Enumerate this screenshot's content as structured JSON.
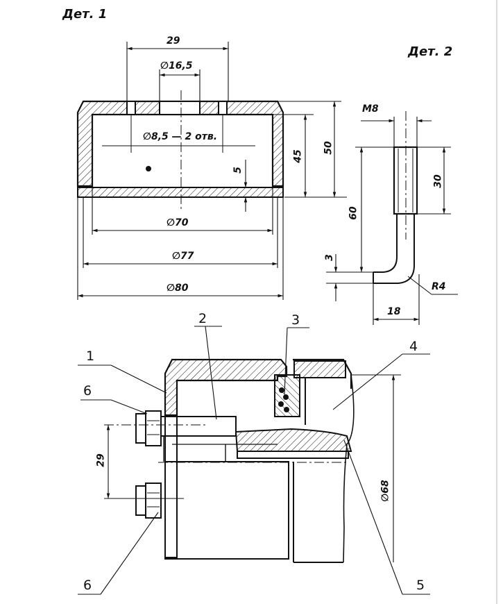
{
  "titles": {
    "part1": "Дет. 1",
    "part2": "Дет. 2"
  },
  "part1": {
    "dims": {
      "d29": "29",
      "d16_5": "∅16,5",
      "holes": "∅8,5 — 2 отв.",
      "d45": "45",
      "d50": "50",
      "d5": "5",
      "d70": "∅70",
      "d77": "∅77",
      "d80": "∅80"
    }
  },
  "part2": {
    "dims": {
      "m8": "M8",
      "d30": "30",
      "d60": "60",
      "d3": "3",
      "r4": "R4",
      "d18": "18"
    }
  },
  "assembly": {
    "callouts": {
      "c1": "1",
      "c2": "2",
      "c3": "3",
      "c4": "4",
      "c5": "5",
      "c6a": "6",
      "c6b": "6"
    },
    "dims": {
      "d29": "29",
      "d68": "∅68"
    }
  }
}
